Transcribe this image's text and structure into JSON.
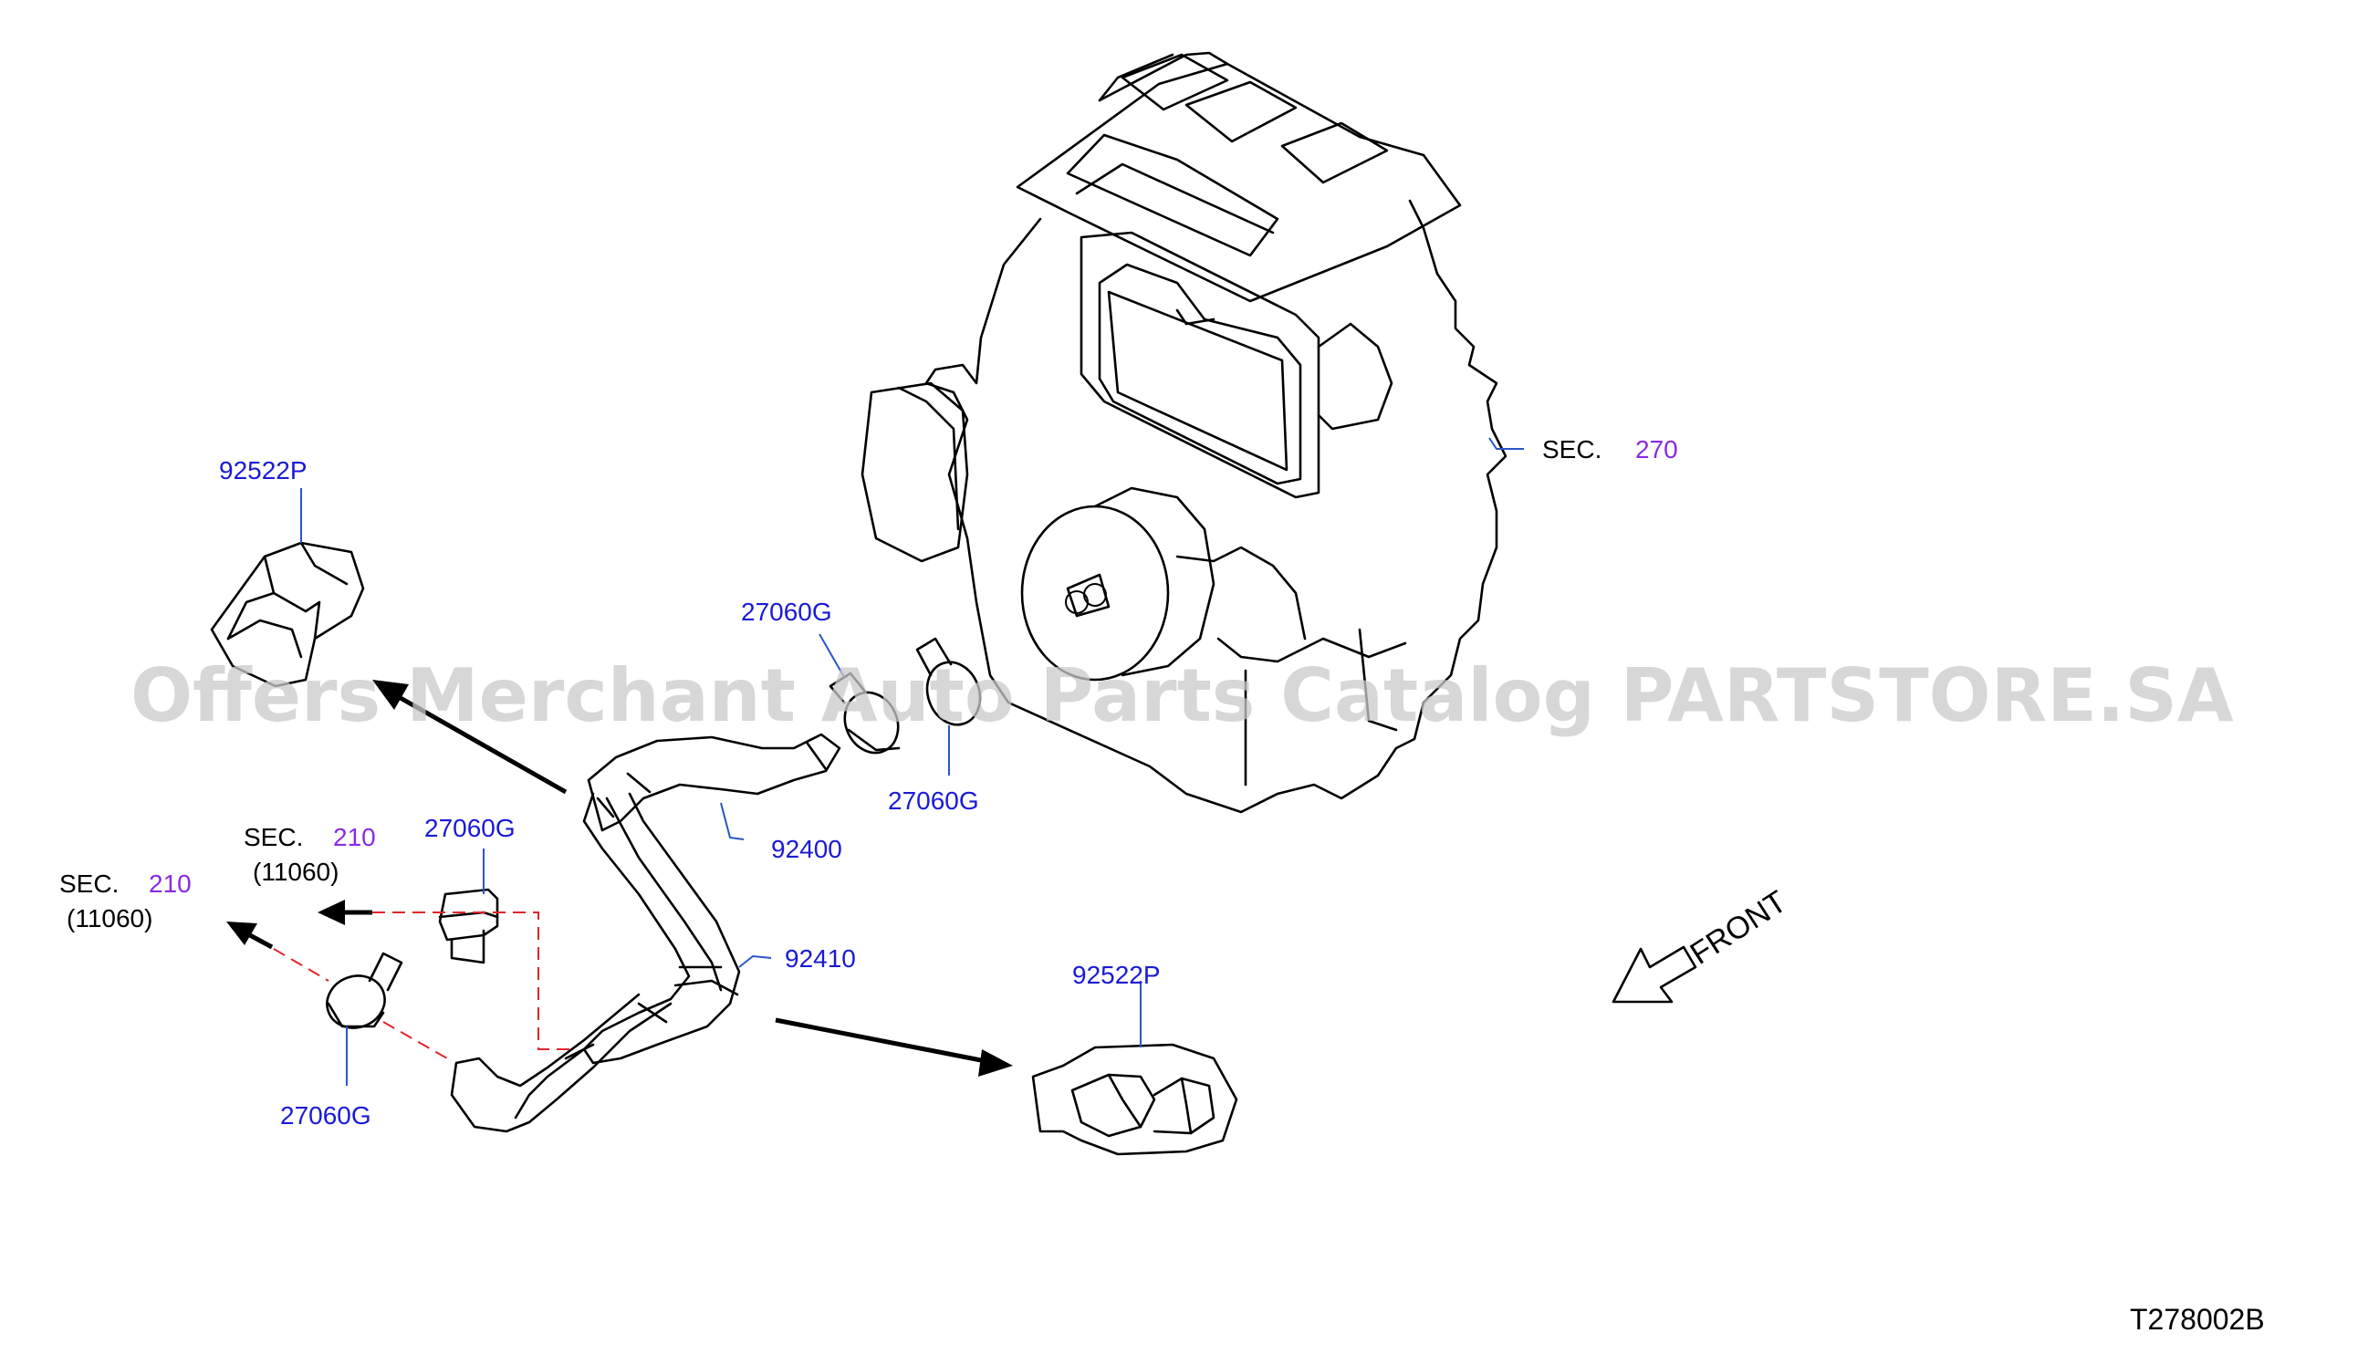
{
  "watermark": "Offers Merchant Auto Parts Catalog PARTSTORE.SA",
  "drawing_id": "T278002B",
  "front_label": "FRONT",
  "labels": {
    "p92522p_top": "92522P",
    "p92522p_bottom": "92522P",
    "p27060g_upper": "27060G",
    "p27060g_right": "27060G",
    "p27060g_left": "27060G",
    "p27060g_lower": "27060G",
    "p92400": "92400",
    "p92410": "92410",
    "sec270_prefix": "SEC.",
    "sec270_num": "270",
    "sec210a_prefix": "SEC.",
    "sec210a_num": "210",
    "sec210a_sub": "(11060)",
    "sec210b_prefix": "SEC.",
    "sec210b_num": "210",
    "sec210b_sub": "(11060)"
  },
  "colors": {
    "part_number": "#1a1ad6",
    "section_number": "#8a2be2",
    "leader_line": "#2a55c8",
    "connection_dash": "#e0252a",
    "watermark": "#c9c9c9"
  }
}
